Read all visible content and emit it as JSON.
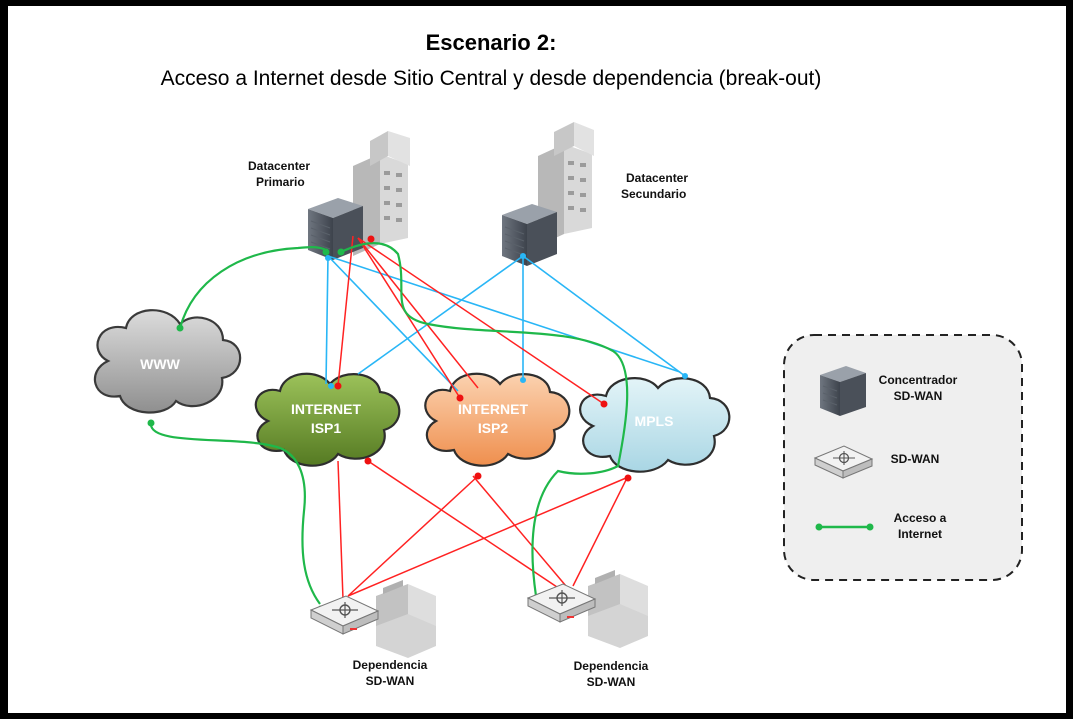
{
  "title": {
    "line1": "Escenario 2:",
    "line2": "Acceso a Internet desde Sitio Central y desde dependencia (break-out)"
  },
  "datacenters": {
    "primary": {
      "line1": "Datacenter",
      "line2": "Primario"
    },
    "secondary": {
      "line1": "Datacenter",
      "line2": "Secundario"
    }
  },
  "clouds": {
    "www": "WWW",
    "isp1": {
      "line1": "INTERNET",
      "line2": "ISP1"
    },
    "isp2": {
      "line1": "INTERNET",
      "line2": "ISP2"
    },
    "mpls": "MPLS"
  },
  "branches": {
    "left": {
      "line1": "Dependencia",
      "line2": "SD-WAN"
    },
    "right": {
      "line1": "Dependencia",
      "line2": "SD-WAN"
    }
  },
  "legend": {
    "concentrator": {
      "line1": "Concentrador",
      "line2": "SD-WAN"
    },
    "sdwan": "SD-WAN",
    "internet_access": {
      "line1": "Acceso a",
      "line2": "Internet"
    }
  },
  "colors": {
    "internet_access_line": "#1fb84a",
    "blue_links": "#29b6f6",
    "red_links": "#ff2222",
    "isp1_cloud": "#6f9a2e",
    "isp2_cloud": "#f4a46c",
    "mpls_cloud": "#bfe3ee",
    "www_cloud": "#b9b9b9"
  }
}
